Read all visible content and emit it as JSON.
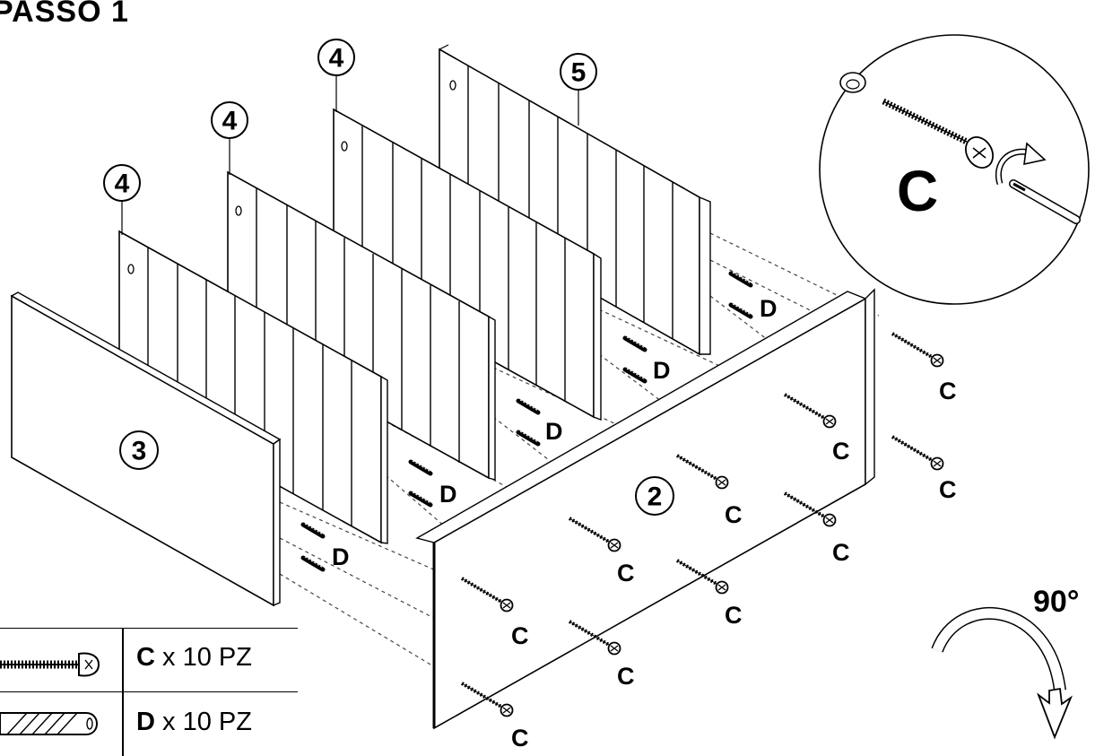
{
  "title": "PASSO 1",
  "panel_numbers": [
    "3",
    "4",
    "4",
    "4",
    "5",
    "2"
  ],
  "label_C": "C",
  "label_D": "D",
  "detail_label": "C",
  "rotation_label": "90°",
  "legend": {
    "rows": [
      {
        "code": "C",
        "qty_text": "x 10 PZ",
        "icon": "screw-icon"
      },
      {
        "code": "D",
        "qty_text": "x 10 PZ",
        "icon": "dowel-icon"
      }
    ]
  }
}
